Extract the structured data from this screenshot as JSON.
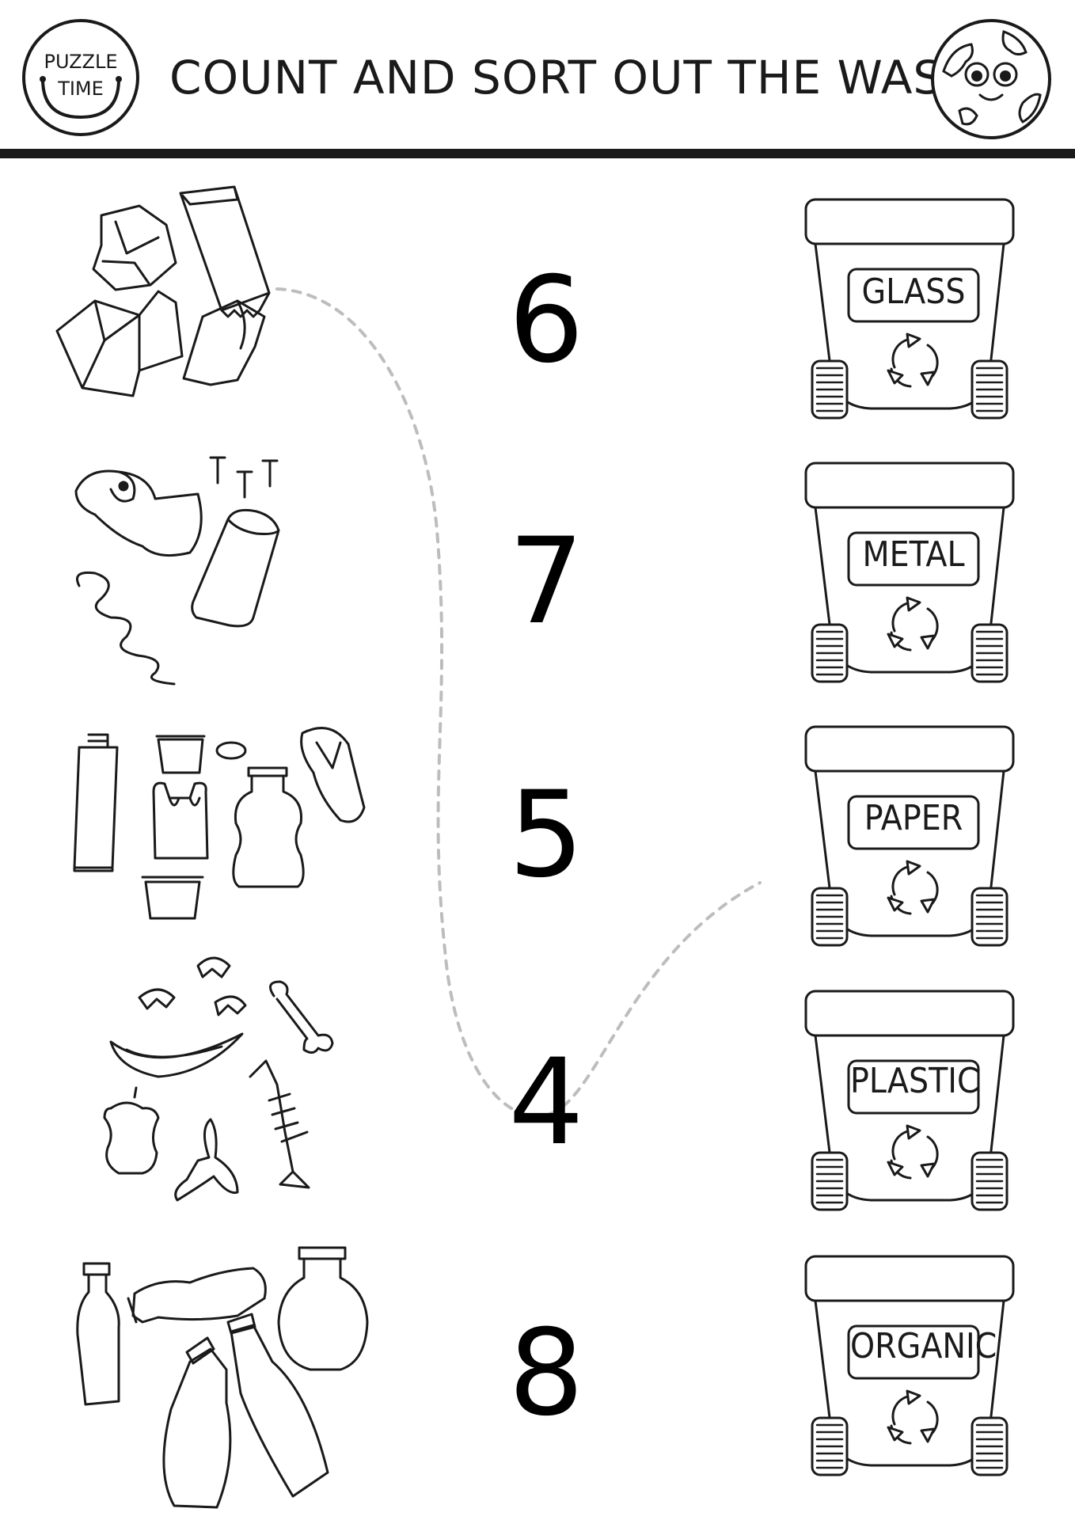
{
  "header": {
    "logo_line1": "PUZZLE",
    "logo_line2": "TIME",
    "title": "COUNT AND SORT OUT THE WASTE"
  },
  "numbers": [
    "6",
    "7",
    "5",
    "4",
    "8"
  ],
  "bins": [
    {
      "label": "GLASS"
    },
    {
      "label": "METAL"
    },
    {
      "label": "PAPER"
    },
    {
      "label": "PLASTIC"
    },
    {
      "label": "ORGANIC"
    }
  ],
  "waste_groups": [
    {
      "name": "paper-waste",
      "icons": [
        "crumpled-paper-icon",
        "paper-bag-icon",
        "cardboard-box-icon",
        "paper-sheet-icon"
      ]
    },
    {
      "name": "metal-waste",
      "icons": [
        "tin-can-icon",
        "squashed-can-icon",
        "spring-icon",
        "nails-icon"
      ]
    },
    {
      "name": "plastic-waste",
      "icons": [
        "tube-icon",
        "cup-icon",
        "bottle-cap-icon",
        "plastic-bag-icon",
        "plastic-bottle-icon",
        "flip-flop-icon",
        "container-icon"
      ]
    },
    {
      "name": "organic-waste",
      "icons": [
        "egg-shell-icon",
        "bone-icon",
        "melon-rind-icon",
        "apple-core-icon",
        "fish-bone-icon",
        "banana-peel-icon"
      ]
    },
    {
      "name": "glass-waste",
      "icons": [
        "glass-bottle-icon",
        "glass-jar-icon",
        "wine-bottle-icon"
      ]
    }
  ],
  "colors": {
    "ink": "#1a1a1a",
    "dashed_path": "#bdbdbd",
    "background": "#ffffff"
  }
}
